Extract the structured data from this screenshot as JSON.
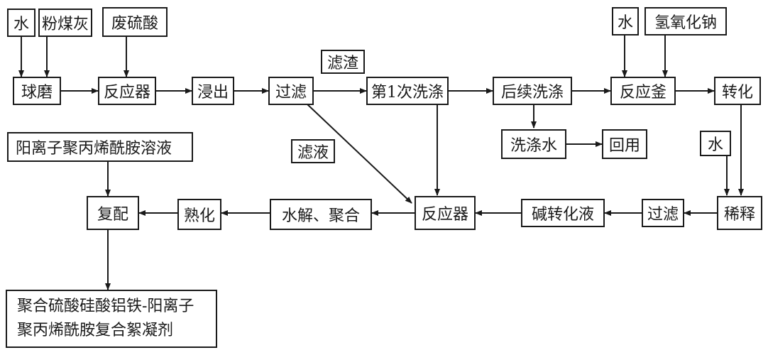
{
  "nodes": {
    "water_in_1": "水",
    "fly_ash": "粉煤灰",
    "waste_sulfuric_acid": "废硫酸",
    "ball_mill": "球磨",
    "reactor_1": "反应器",
    "leaching": "浸出",
    "filtration_1": "过滤",
    "filter_residue": "滤渣",
    "washing_1": "第1次洗涤",
    "subsequent_washing": "后续洗涤",
    "washing_water": "洗涤水",
    "reuse": "回用",
    "water_in_2": "水",
    "sodium_hydroxide": "氢氧化钠",
    "reactor_kettle": "反应釜",
    "conversion": "转化",
    "water_in_3": "水",
    "dilution": "稀释",
    "filtration_2": "过滤",
    "alkali_conversion_liquid": "碱转化液",
    "reactor_2": "反应器",
    "filtrate": "滤液",
    "hydrolysis_polymerization": "水解、聚合",
    "curing": "熟化",
    "compounding": "复配",
    "cationic_pam_solution": "阳离子聚丙烯酰胺溶液",
    "product_line_1": "聚合硫酸硅酸铝铁-阳离子",
    "product_line_2": "聚丙烯酰胺复合絮凝剂"
  },
  "colors": {
    "line": "#1a1a1a",
    "background": "#ffffff"
  }
}
